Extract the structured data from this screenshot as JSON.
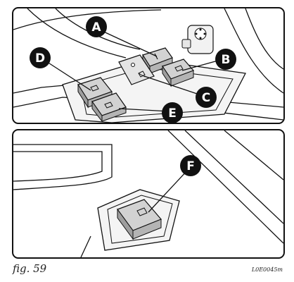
{
  "figure": {
    "caption": "fig. 59",
    "code": "L0E0045m"
  },
  "callouts": {
    "a": "A",
    "b": "B",
    "c": "C",
    "d": "D",
    "e": "E",
    "f": "F"
  },
  "colors": {
    "line": "#111111",
    "switch_fill": "#bdbdbd",
    "switch_top": "#d2d2d2",
    "callout_fill": "#111111",
    "callout_text": "#ffffff"
  }
}
